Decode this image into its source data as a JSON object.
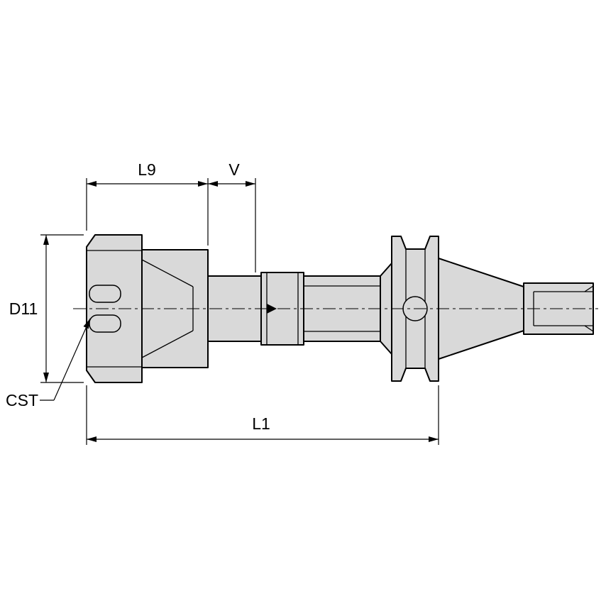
{
  "drawing": {
    "labels": {
      "l9": "L9",
      "v": "V",
      "d11": "D11",
      "cst": "CST",
      "l1": "L1"
    },
    "colors": {
      "body_fill": "#d9d9d9",
      "outline": "#000000",
      "background": "#ffffff"
    }
  }
}
